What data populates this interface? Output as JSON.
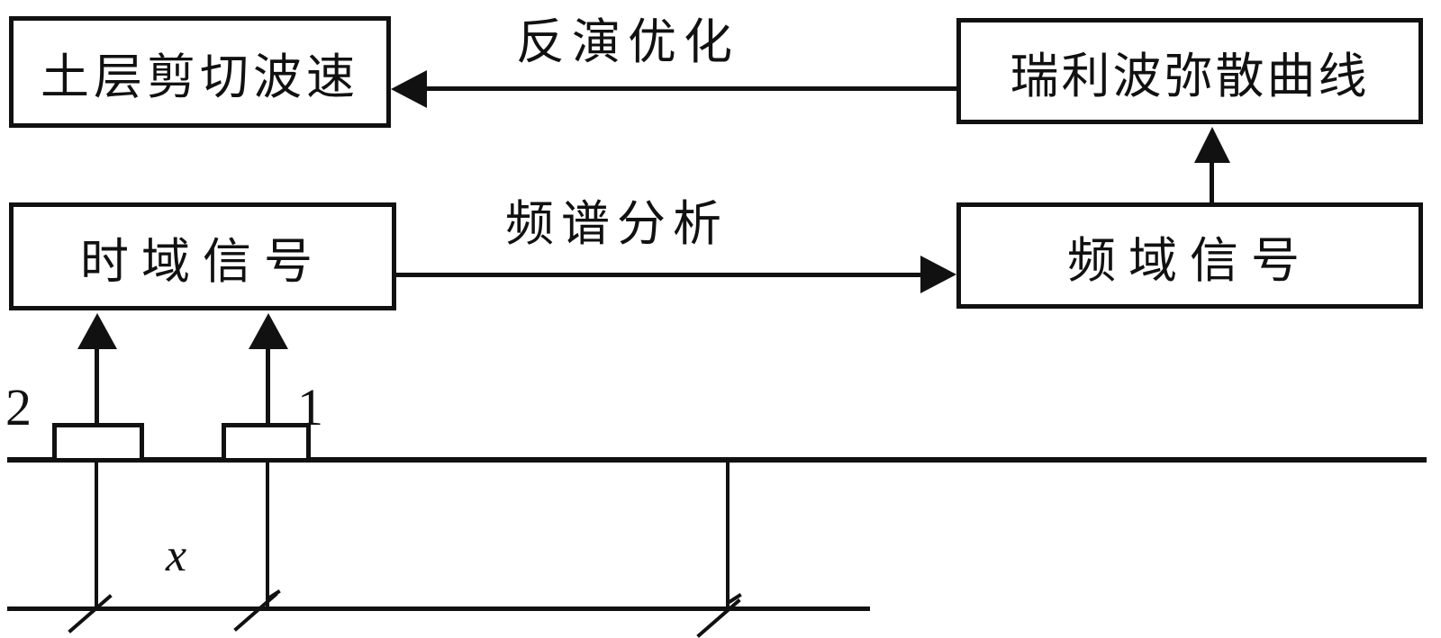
{
  "boxes": {
    "shear_wave": {
      "label": "土层剪切波速"
    },
    "rayleigh_curve": {
      "label": "瑞利波弥散曲线"
    },
    "time_signal": {
      "label": "时域信号"
    },
    "freq_signal": {
      "label": "频域信号"
    }
  },
  "process_labels": {
    "inversion": "反演优化",
    "spectrum": "频谱分析"
  },
  "field_layout": {
    "geophone_left_label": "2",
    "geophone_right_label": "1",
    "spacing_label": "x"
  },
  "colors": {
    "ink": "#111111",
    "background": "#ffffff"
  }
}
